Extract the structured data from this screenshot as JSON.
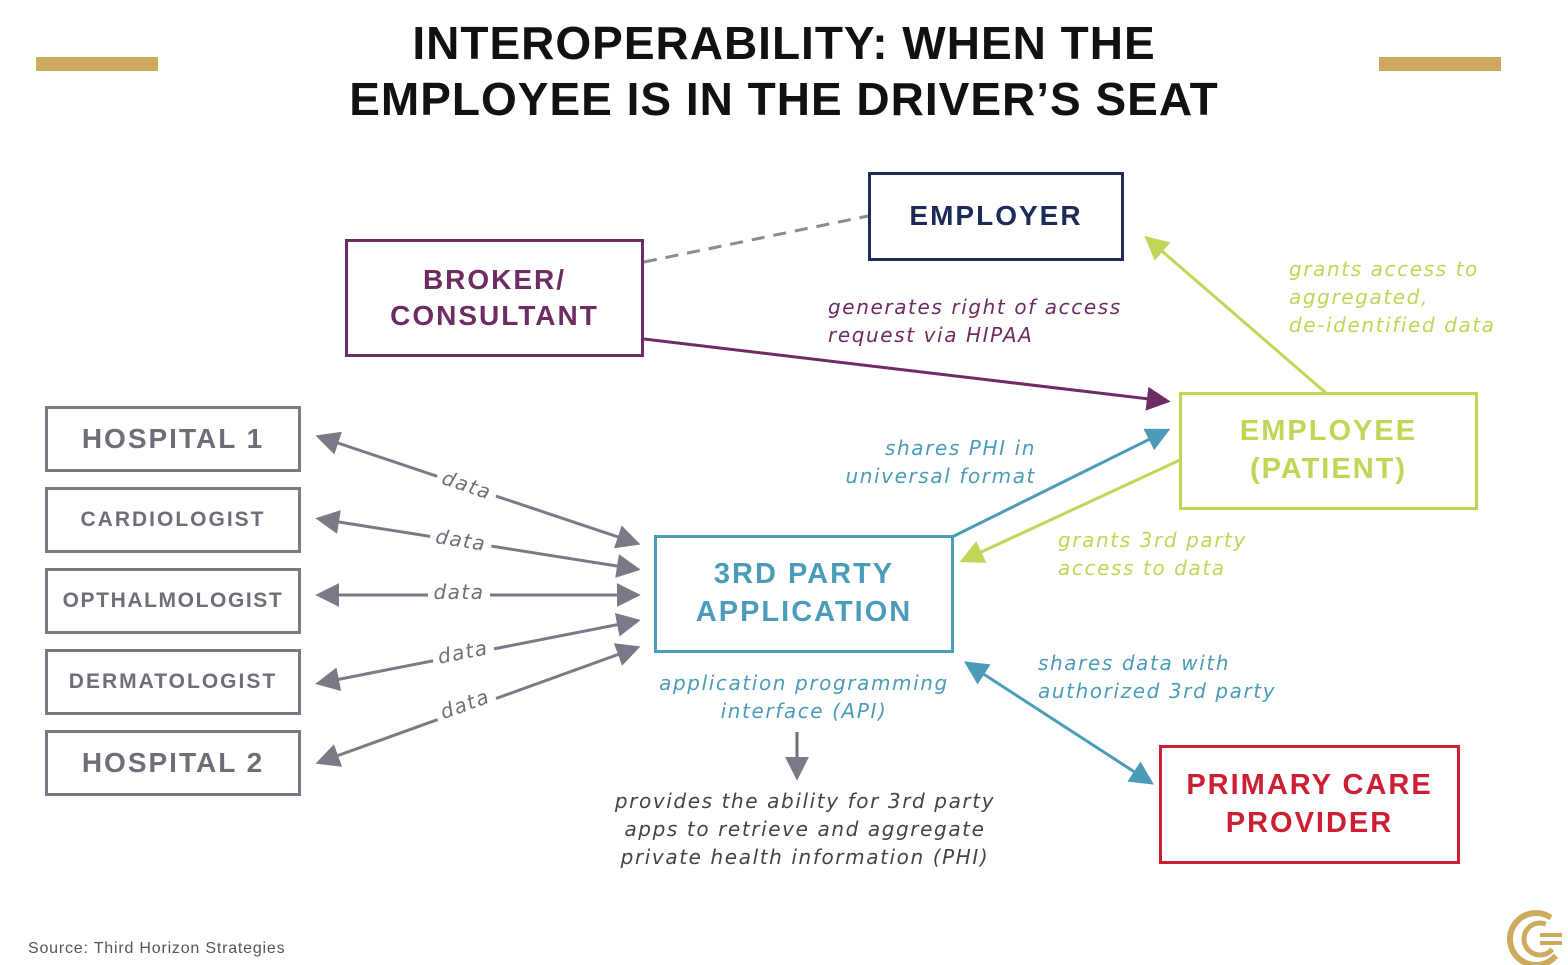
{
  "title": {
    "line1": "INTEROPERABILITY: WHEN THE",
    "line2": "EMPLOYEE IS IN THE DRIVER’S SEAT"
  },
  "colors": {
    "gold": "#cdab5e",
    "gray": "#7a7a86",
    "navy": "#1e2a5a",
    "purple": "#6e2c63",
    "green": "#bfd657",
    "teal": "#4a9cb8",
    "red": "#cc1f33"
  },
  "nodes": {
    "employer": "EMPLOYER",
    "broker": {
      "line1": "BROKER/",
      "line2": "CONSULTANT"
    },
    "employee": {
      "line1": "EMPLOYEE",
      "line2": "(PATIENT)"
    },
    "app": {
      "line1": "3RD PARTY",
      "line2": "APPLICATION"
    },
    "pcp": {
      "line1": "PRIMARY CARE",
      "line2": "PROVIDER"
    },
    "sources": [
      "HOSPITAL 1",
      "CARDIOLOGIST",
      "OPTHALMOLOGIST",
      "DERMATOLOGIST",
      "HOSPITAL 2"
    ]
  },
  "edge_labels": {
    "data": "data",
    "broker_to_employee": {
      "line1": "generates right of access",
      "line2": "request via HIPAA"
    },
    "employee_to_employer": {
      "line1": "grants access to",
      "line2": "aggregated,",
      "line3": "de-identified data"
    },
    "app_to_employee": {
      "line1": "shares PHI in",
      "line2": "universal format"
    },
    "employee_to_app": {
      "line1": "grants 3rd party",
      "line2": "access to data"
    },
    "pcp_app": {
      "line1": "shares data with",
      "line2": "authorized 3rd party"
    },
    "api": {
      "line1": "application programming",
      "line2": "interface (API)"
    },
    "api_result": {
      "line1": "provides the ability for 3rd party",
      "line2": "apps to retrieve and aggregate",
      "line3": "private health information (PHI)"
    }
  },
  "source": "Source: Third Horizon Strategies"
}
